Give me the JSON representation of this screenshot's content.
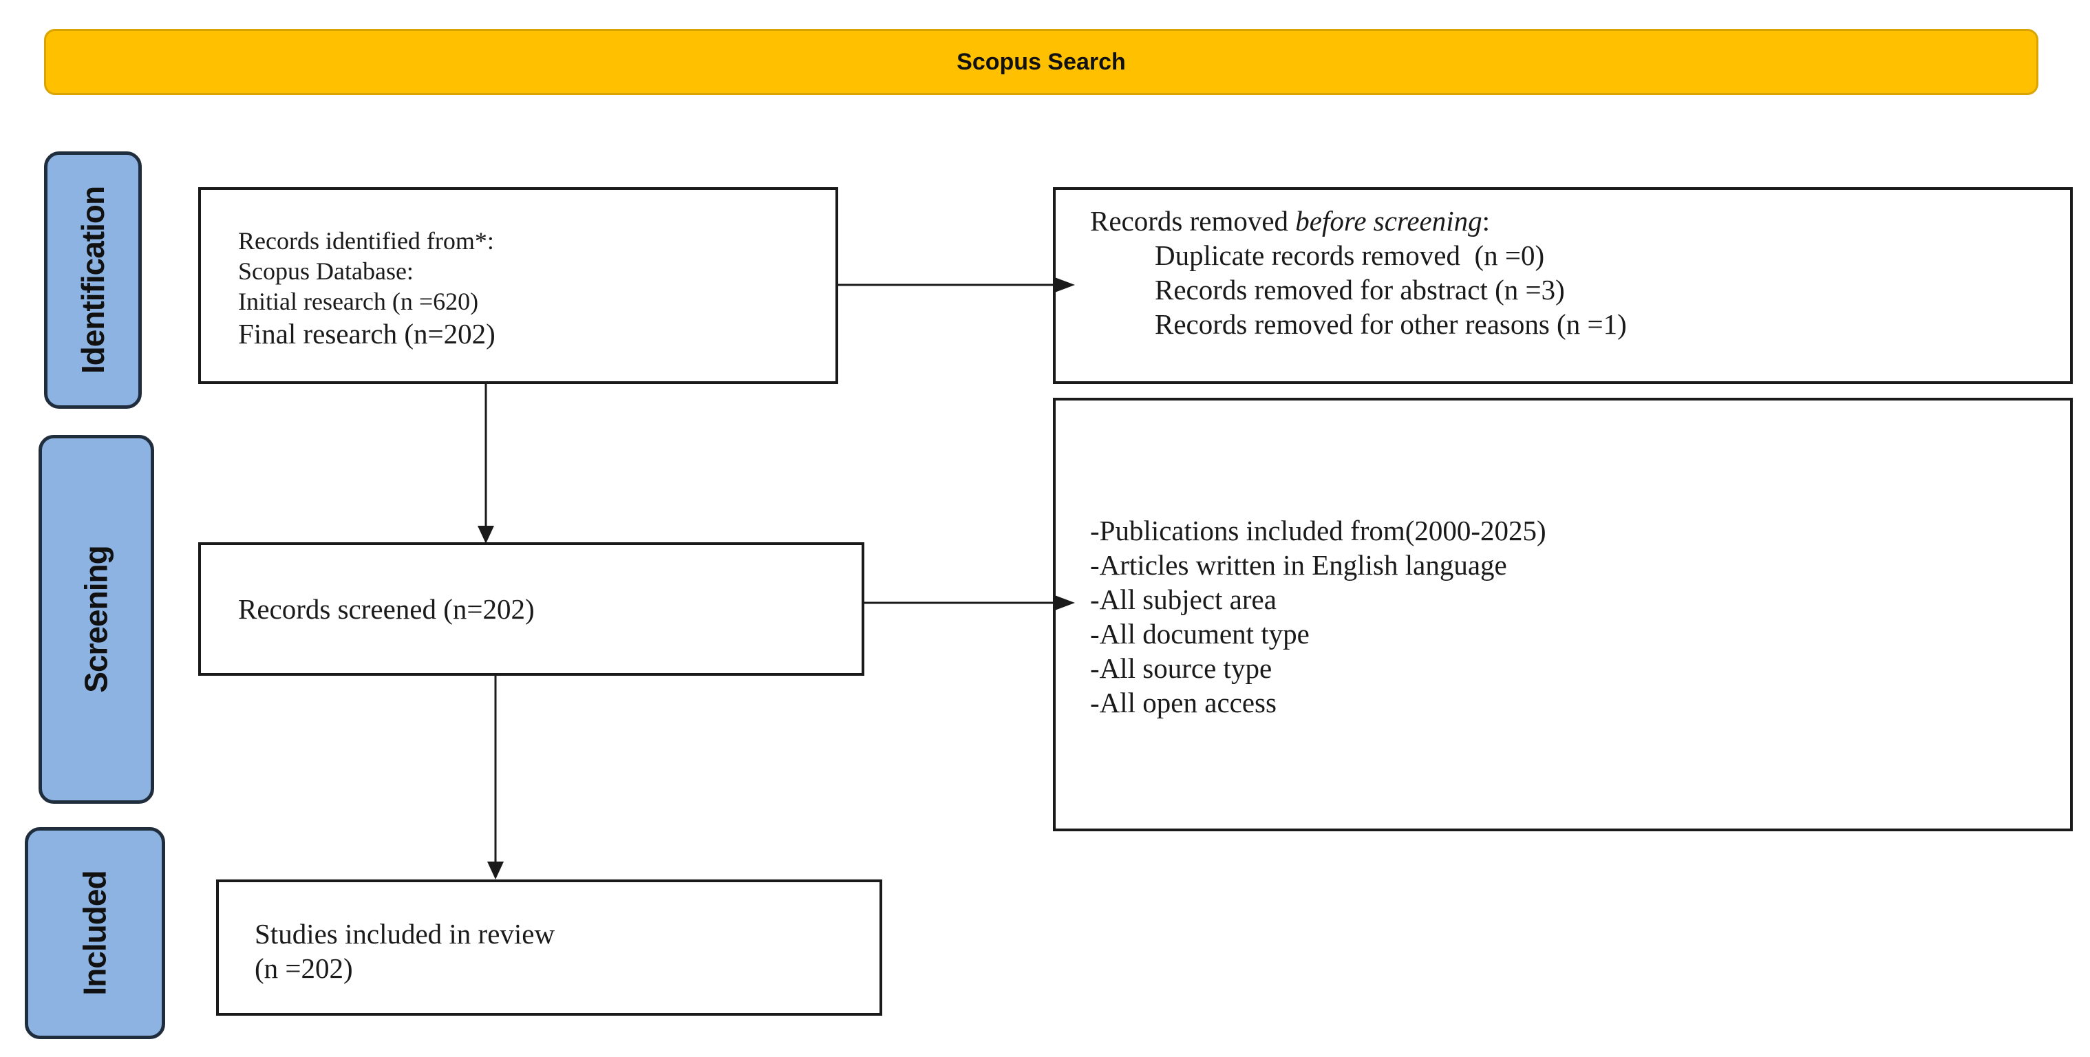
{
  "header": {
    "title": "Scopus Search"
  },
  "stages": {
    "identification": "Identification",
    "screening": "Screening",
    "included": "Included"
  },
  "boxes": {
    "records_identified": {
      "lines": [
        "Records identified from*:",
        "Scopus Database:",
        "Initial research (n =620)",
        "Final research (n=202)"
      ]
    },
    "records_removed": {
      "heading_prefix": "Records removed ",
      "heading_italic": "before screening",
      "heading_suffix": ":",
      "items": [
        "Duplicate records removed  (n =0)",
        "Records removed for abstract (n =3)",
        "Records removed for other reasons (n =1)"
      ]
    },
    "records_screened": {
      "text": "Records screened (n=202)"
    },
    "criteria": {
      "items": [
        "-Publications included from(2000-2025)",
        "-Articles written in English language",
        "-All subject area",
        "-All document type",
        "-All source type",
        "-All open access"
      ]
    },
    "studies_included": {
      "lines": [
        "Studies included in review",
        "(n =202)"
      ]
    }
  }
}
